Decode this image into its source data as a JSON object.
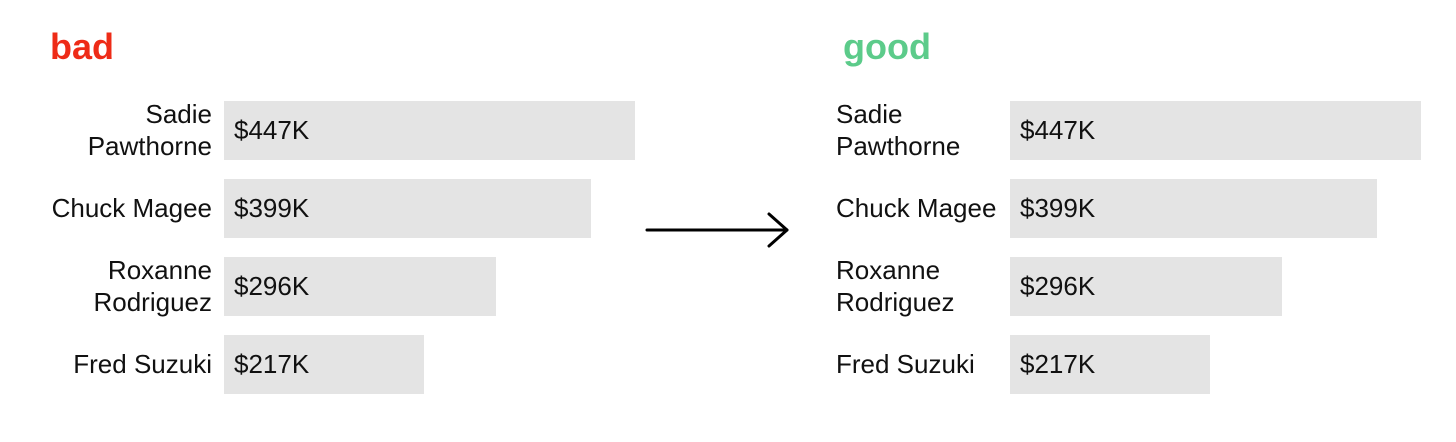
{
  "headings": {
    "bad": "bad",
    "good": "good"
  },
  "colors": {
    "bad_heading": "#ee2b17",
    "good_heading": "#5ccb8a",
    "bar": "#e4e4e4",
    "text": "#111111",
    "arrow": "#000000"
  },
  "icons": {
    "arrow": "right-arrow-icon"
  },
  "chart_data": [
    {
      "type": "bar",
      "orientation": "horizontal",
      "label_alignment": "right",
      "categories": [
        "Sadie\nPawthorne",
        "Chuck Magee",
        "Roxanne\nRodriguez",
        "Fred Suzuki"
      ],
      "values": [
        447,
        399,
        296,
        217
      ],
      "value_labels": [
        "$447K",
        "$399K",
        "$296K",
        "$217K"
      ],
      "xlim": [
        0,
        447
      ],
      "grid": false
    },
    {
      "type": "bar",
      "orientation": "horizontal",
      "label_alignment": "left",
      "categories": [
        "Sadie\nPawthorne",
        "Chuck Magee",
        "Roxanne\nRodriguez",
        "Fred Suzuki"
      ],
      "values": [
        447,
        399,
        296,
        217
      ],
      "value_labels": [
        "$447K",
        "$399K",
        "$296K",
        "$217K"
      ],
      "xlim": [
        0,
        447
      ],
      "grid": false
    }
  ]
}
